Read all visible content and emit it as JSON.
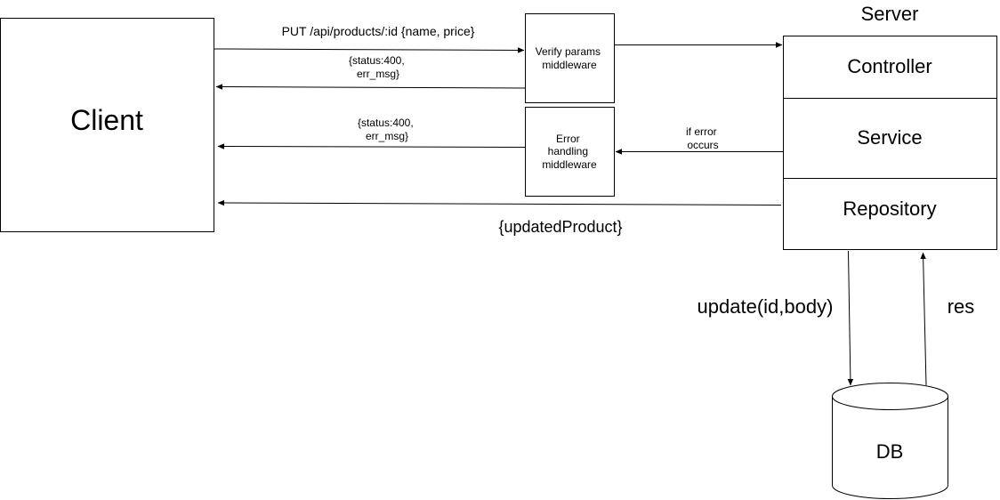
{
  "nodes": {
    "client": "Client",
    "server_title": "Server",
    "verify": [
      "Verify params",
      "middleware"
    ],
    "error_handler": [
      "Error",
      "handling",
      "middleware"
    ],
    "controller": "Controller",
    "service": "Service",
    "repository": "Repository",
    "db": "DB"
  },
  "edges": {
    "request": "PUT /api/products/:id {name, price}",
    "verify_error": [
      "{status:400,",
      "err_msg}"
    ],
    "handler_error": [
      "{status:400,",
      "err_msg}"
    ],
    "if_error": [
      "if error",
      "occurs"
    ],
    "success": "{updatedProduct}",
    "db_update": "update(id,body)",
    "db_res": "res"
  }
}
